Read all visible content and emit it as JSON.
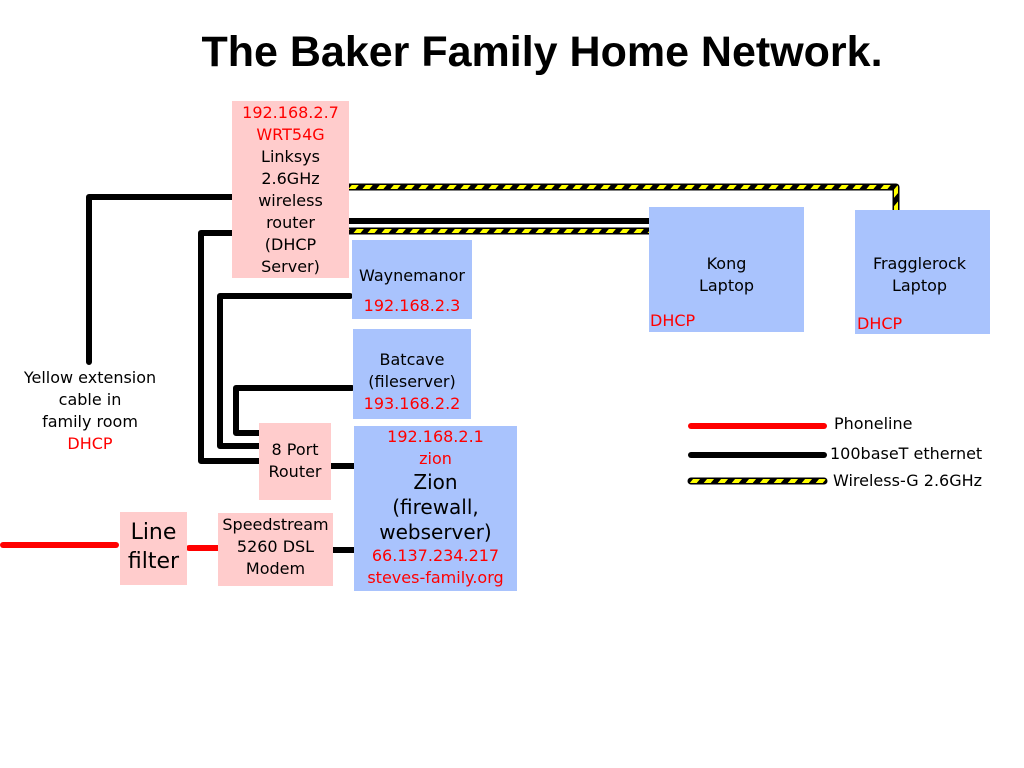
{
  "title": "The Baker Family Home Network.",
  "colors": {
    "device_box": "#ffcccc",
    "computer_box": "#a9c3fd",
    "ip_text": "#ff0000",
    "phoneline": "#ff0000",
    "ethernet": "#000000",
    "wireless_stripe": "#ffff00"
  },
  "nodes": {
    "wireless_router": {
      "ip": "192.168.2.7",
      "model": "WRT54G",
      "lines": [
        "Linksys",
        "2.6GHz",
        "wireless",
        "router",
        "(DHCP",
        "Server)"
      ]
    },
    "waynemanor": {
      "name": "Waynemanor",
      "ip": "192.168.2.3"
    },
    "batcave": {
      "name": "Batcave",
      "role": "(fileserver)",
      "ip": "193.168.2.2"
    },
    "zion": {
      "ip": "192.168.2.1",
      "hostname": "zion",
      "name": "Zion",
      "role1": "(firewall,",
      "role2": "webserver)",
      "public_ip": "66.137.234.217",
      "domain": "steves-family.org"
    },
    "port_router": {
      "line1": "8 Port",
      "line2": "Router"
    },
    "modem": {
      "line1": "Speedstream",
      "line2": "5260 DSL",
      "line3": "Modem"
    },
    "line_filter": {
      "line1": "Line",
      "line2": "filter"
    },
    "kong": {
      "line1": "Kong",
      "line2": "Laptop",
      "ip": "DHCP"
    },
    "fragglerock": {
      "line1": "Fragglerock",
      "line2": "Laptop",
      "ip": "DHCP"
    },
    "extension_cable": {
      "line1": "Yellow extension",
      "line2": "cable in",
      "line3": "family room",
      "ip": "DHCP"
    }
  },
  "legend": [
    {
      "type": "phoneline",
      "label": "Phoneline"
    },
    {
      "type": "ethernet",
      "label": "100baseT ethernet"
    },
    {
      "type": "wireless",
      "label": "Wireless-G 2.6GHz"
    }
  ]
}
